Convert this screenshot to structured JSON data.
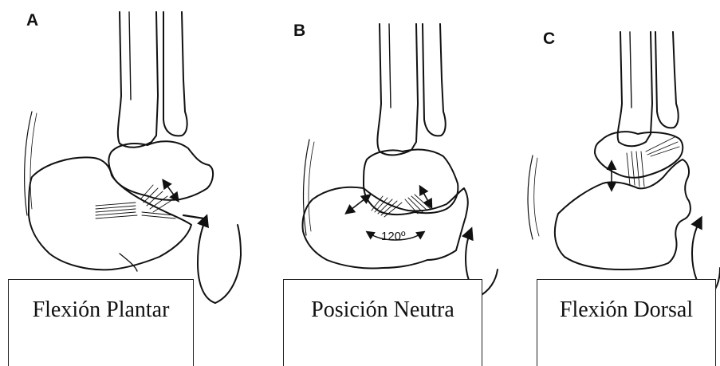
{
  "panels": [
    {
      "letter": "A",
      "caption": "Flexión Plantar"
    },
    {
      "letter": "B",
      "caption": "Posición Neutra",
      "angle_label": "120º"
    },
    {
      "letter": "C",
      "caption": "Flexión Dorsal"
    }
  ],
  "colors": {
    "line": "#111111",
    "background": "#ffffff"
  }
}
